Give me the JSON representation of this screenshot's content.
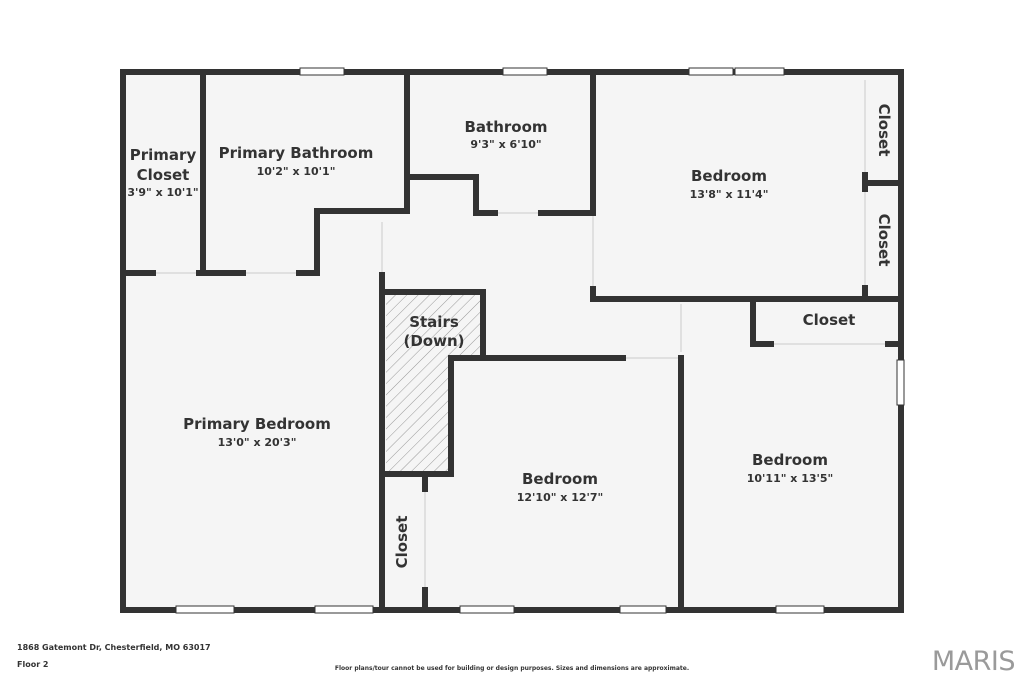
{
  "rooms": {
    "primary_closet": {
      "name_line1": "Primary",
      "name_line2": "Closet",
      "dims": "3'9\" x 10'1\""
    },
    "primary_bathroom": {
      "name": "Primary Bathroom",
      "dims": "10'2\" x 10'1\""
    },
    "bathroom": {
      "name": "Bathroom",
      "dims": "9'3\" x 6'10\""
    },
    "bedroom_ne": {
      "name": "Bedroom",
      "dims": "13'8\" x 11'4\""
    },
    "closet_ne_1": {
      "name": "Closet"
    },
    "closet_ne_2": {
      "name": "Closet"
    },
    "closet_east": {
      "name": "Closet"
    },
    "stairs": {
      "name_line1": "Stairs",
      "name_line2": "(Down)"
    },
    "primary_bedroom": {
      "name": "Primary Bedroom",
      "dims": "13'0\" x 20'3\""
    },
    "bedroom_center": {
      "name": "Bedroom",
      "dims": "12'10\" x 12'7\""
    },
    "bedroom_se": {
      "name": "Bedroom",
      "dims": "10'11\" x 13'5\""
    },
    "closet_sw": {
      "name": "Closet"
    }
  },
  "footer": {
    "address": "1868 Gatemont Dr, Chesterfield, MO 63017",
    "floor": "Floor 2",
    "disclaimer": "Floor plans/tour cannot be used for building or design purposes. Sizes and dimensions are approximate.",
    "logo": "MARIS"
  },
  "colors": {
    "wall": "#333333",
    "floor": "#f5f5f5",
    "window": "#ffffff"
  }
}
